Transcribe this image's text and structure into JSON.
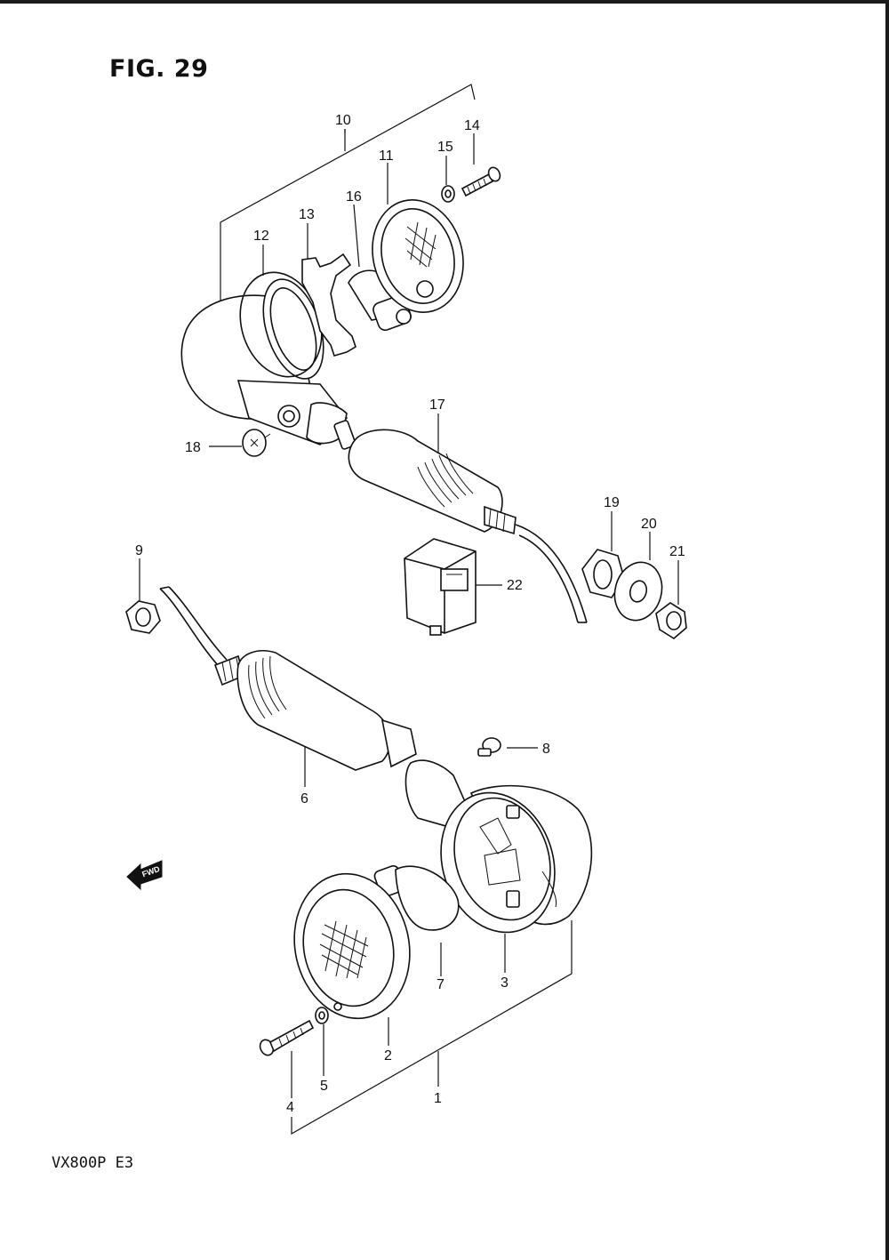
{
  "figure_title": "FIG. 29",
  "model_code": "VX800P E3",
  "fwd_label": "FWD",
  "callouts": {
    "c1": "1",
    "c2": "2",
    "c3": "3",
    "c4": "4",
    "c5": "5",
    "c6": "6",
    "c7": "7",
    "c8": "8",
    "c9": "9",
    "c10": "10",
    "c11": "11",
    "c12": "12",
    "c13": "13",
    "c14": "14",
    "c15": "15",
    "c16": "16",
    "c17": "17",
    "c18": "18",
    "c19": "19",
    "c20": "20",
    "c21": "21",
    "c22": "22"
  }
}
